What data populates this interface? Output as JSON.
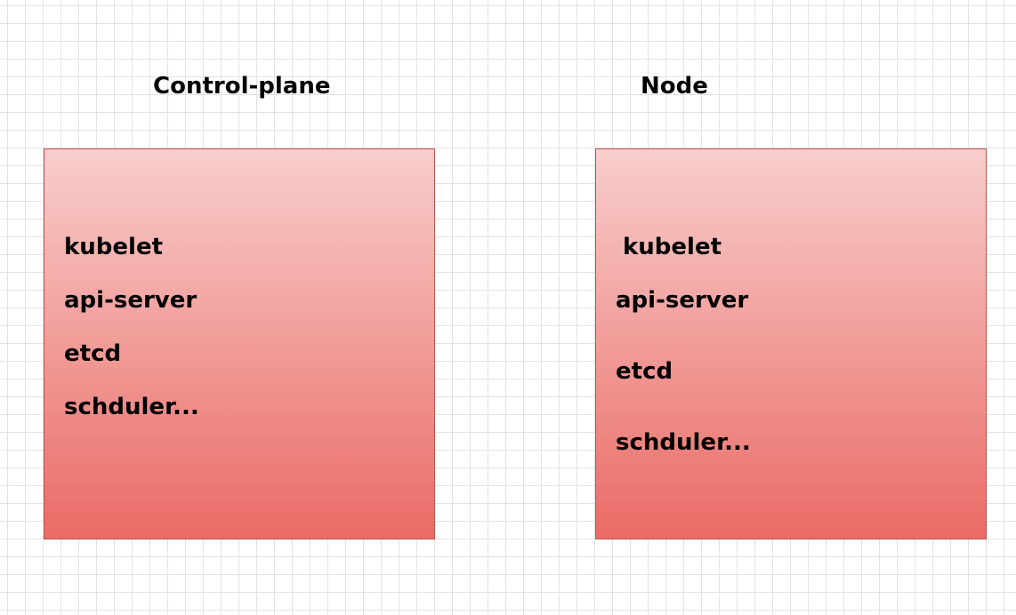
{
  "diagram": {
    "control_plane": {
      "title": "Control-plane",
      "components": [
        "kubelet",
        "api-server",
        "etcd",
        "schduler..."
      ]
    },
    "node": {
      "title": "Node",
      "components": [
        "kubelet",
        "api-server",
        "etcd",
        "schduler..."
      ]
    },
    "colors": {
      "box_fill_top": "#f8cecc",
      "box_fill_bottom": "#ea6b66",
      "box_stroke": "#b85450",
      "grid_line": "#e3e3e3"
    }
  }
}
